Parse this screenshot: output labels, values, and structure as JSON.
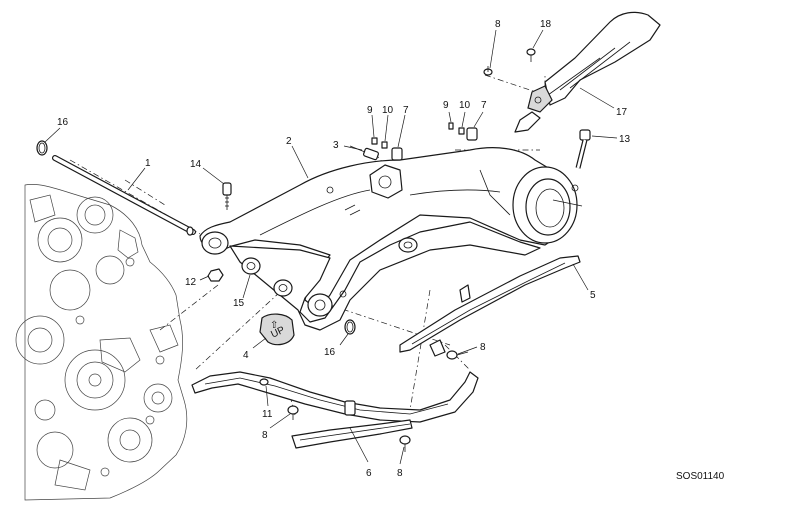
{
  "drawing_code": "SOS01140",
  "callouts": {
    "c16a": "16",
    "c1": "1",
    "c14": "14",
    "c2": "2",
    "c3": "3",
    "c9a": "9",
    "c10a": "10",
    "c7a": "7",
    "c8a": "8",
    "c18": "18",
    "c9b": "9",
    "c10b": "10",
    "c7b": "7",
    "c17": "17",
    "c13": "13",
    "c12": "12",
    "c15": "15",
    "c4": "4",
    "c16b": "16",
    "c5": "5",
    "c8b": "8",
    "c11": "11",
    "c8c": "8",
    "c6": "6",
    "c8d": "8"
  },
  "plate_text": "UP"
}
